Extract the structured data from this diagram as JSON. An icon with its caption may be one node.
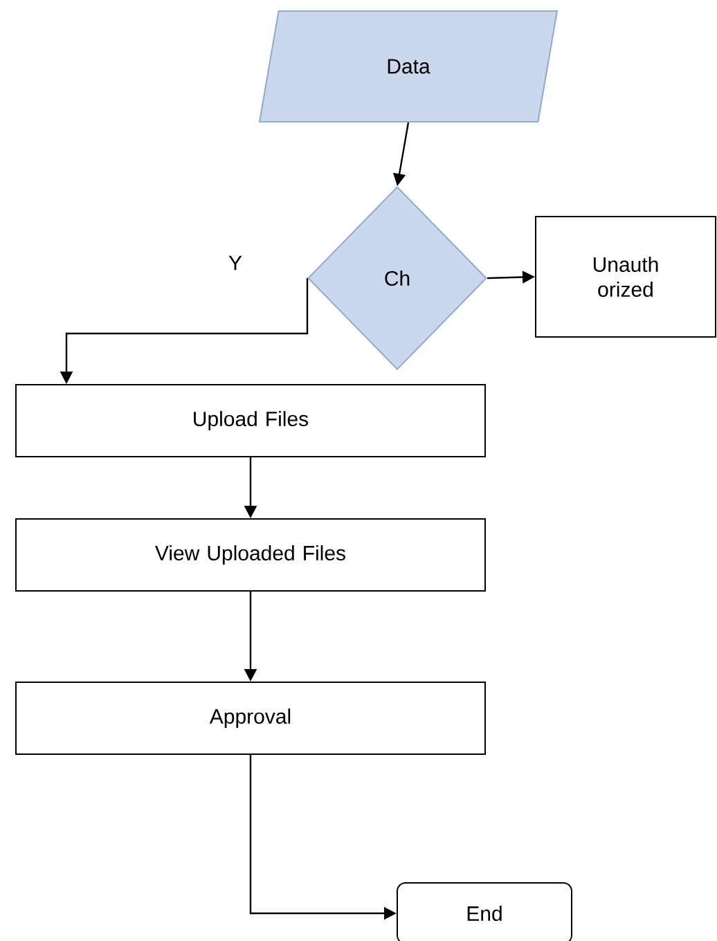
{
  "diagram": {
    "nodes": [
      {
        "text": [
          "Data"
        ]
      },
      {
        "text": [
          "Ch"
        ]
      },
      {
        "text": [
          "Unauth orized"
        ]
      },
      {
        "text": [
          "Upload Files"
        ]
      },
      {
        "text": [
          "View Uploaded Files"
        ]
      },
      {
        "text": [
          "Approval"
        ]
      },
      {
        "text": [
          "End"
        ]
      }
    ],
    "edges": [
      {
        "from": 0,
        "to": 1,
        "arrow": "to"
      },
      {
        "from": 1,
        "to": 3,
        "arrow": "to",
        "label": "Y"
      },
      {
        "from": 1,
        "to": 2,
        "arrow": "to"
      },
      {
        "from": 3,
        "to": 4,
        "arrow": "to"
      },
      {
        "from": 4,
        "to": 5,
        "arrow": "to"
      },
      {
        "from": 5,
        "to": 6,
        "arrow": "to"
      }
    ]
  }
}
